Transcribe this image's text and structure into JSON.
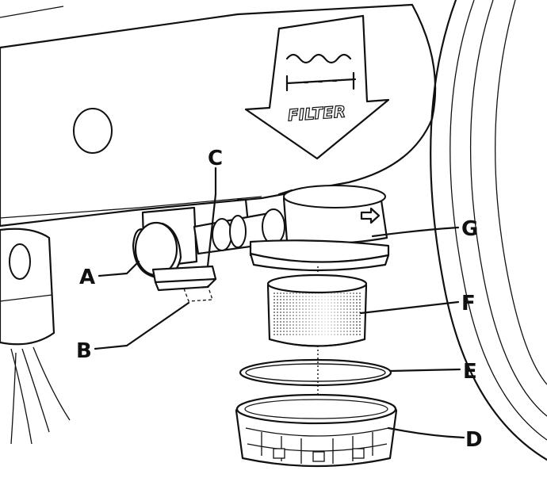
{
  "diagram": {
    "sign_text": "FILTER",
    "labels": {
      "a": "A",
      "b": "B",
      "c": "C",
      "d": "D",
      "e": "E",
      "f": "F",
      "g": "G"
    },
    "icons": [
      "water-waves-icon",
      "water-inlet-icon",
      "direction-arrow-icon"
    ]
  }
}
